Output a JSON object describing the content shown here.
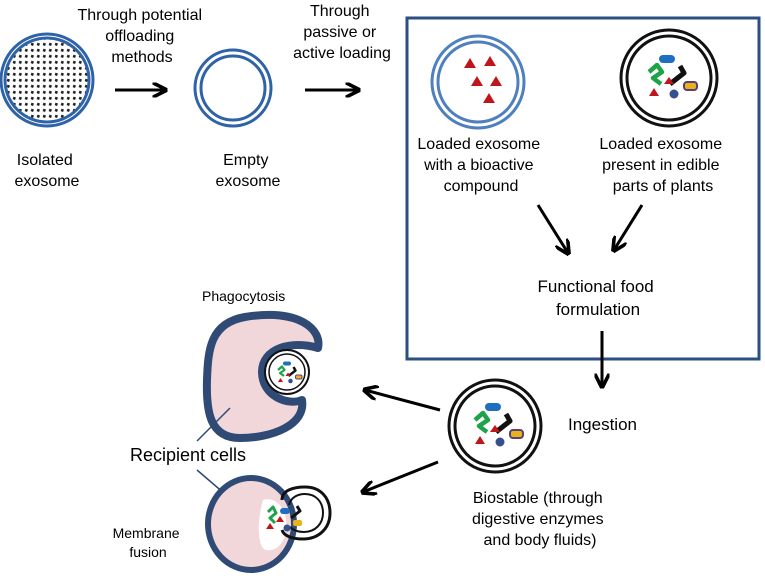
{
  "labels": {
    "offloading_line1": "Through potential",
    "offloading_line2": "offloading",
    "offloading_line3": "methods",
    "loading_line1": "Through",
    "loading_line2": "passive or",
    "loading_line3": "active loading",
    "isolated_line1": "Isolated",
    "isolated_line2": "exosome",
    "empty_line1": "Empty",
    "empty_line2": "exosome",
    "loaded_bioactive_line1": "Loaded exosome",
    "loaded_bioactive_line2": "with a bioactive",
    "loaded_bioactive_line3": "compound",
    "loaded_plant_line1": "Loaded exosome",
    "loaded_plant_line2": "present in edible",
    "loaded_plant_line3": "parts of plants",
    "formulation_line1": "Functional food",
    "formulation_line2": "formulation",
    "ingestion": "Ingestion",
    "biostable_line1": "Biostable (through",
    "biostable_line2": "digestive enzymes",
    "biostable_line3": "and body fluids)",
    "phagocytosis": "Phagocytosis",
    "recipient_cells": "Recipient cells",
    "membrane_line1": "Membrane",
    "membrane_line2": "fusion"
  },
  "colors": {
    "membrane_blue": "#2f63a8",
    "box_border": "#2b4f82",
    "cell_dark_blue": "#2e4a75",
    "cell_fill": "#f2d7da",
    "cargo_red": "#c0151b",
    "cargo_green": "#1fa34a",
    "cargo_blue_pill": "#1f6fc0",
    "cargo_yellow": "#e8b21a",
    "cargo_navy_dot": "#35508c"
  }
}
